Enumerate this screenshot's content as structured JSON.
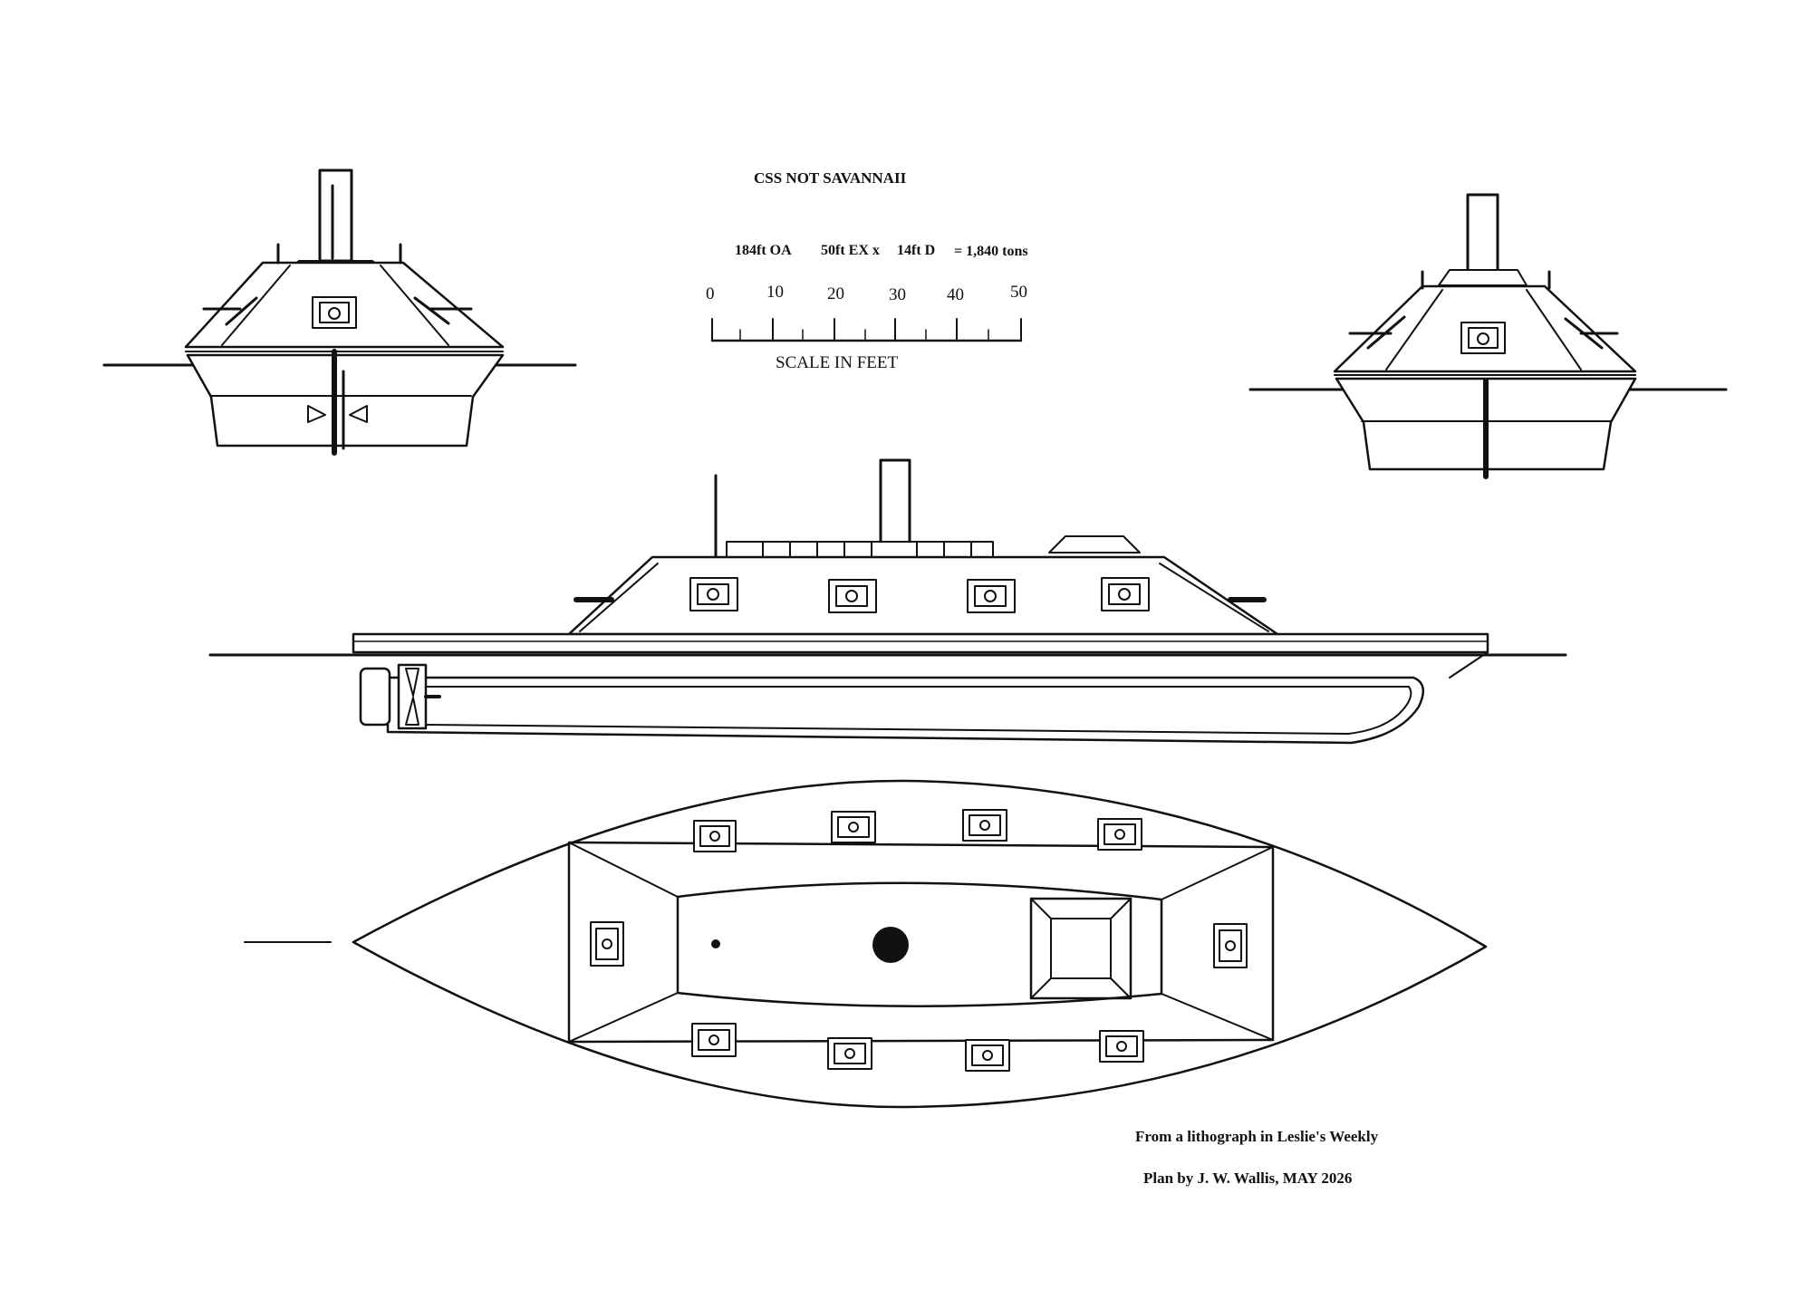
{
  "drawing": {
    "title": "CSS NOT SAVANNAII",
    "dimensions": {
      "part1": "184ft OA",
      "part2": "50ft EX x",
      "part3": "14ft D",
      "part4": "= 1,840 tons"
    },
    "scale": {
      "ticks": [
        "0",
        "10",
        "20",
        "30",
        "40",
        "50"
      ],
      "caption": "SCALE IN FEET"
    },
    "credits": {
      "source": "From a lithograph in Leslie's Weekly",
      "author": "Plan by J. W. Wallis, MAY 2026"
    },
    "colors": {
      "ink": "#111111",
      "paper": "#ffffff"
    }
  }
}
